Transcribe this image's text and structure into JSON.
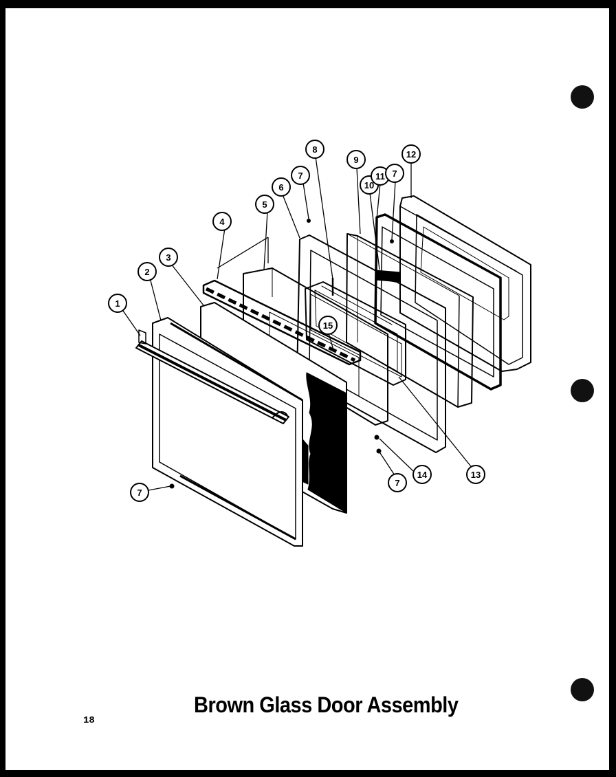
{
  "document": {
    "title": "Brown Glass Door Assembly",
    "page_number": "18"
  },
  "callouts": {
    "c1": "1",
    "c2": "2",
    "c3": "3",
    "c4": "4",
    "c5": "5",
    "c6": "6",
    "c7a": "7",
    "c7b": "7",
    "c7c": "7",
    "c7d": "7",
    "c8": "8",
    "c9": "9",
    "c10": "10",
    "c11": "11",
    "c12": "12",
    "c13": "13",
    "c14": "14",
    "c15": "15"
  }
}
